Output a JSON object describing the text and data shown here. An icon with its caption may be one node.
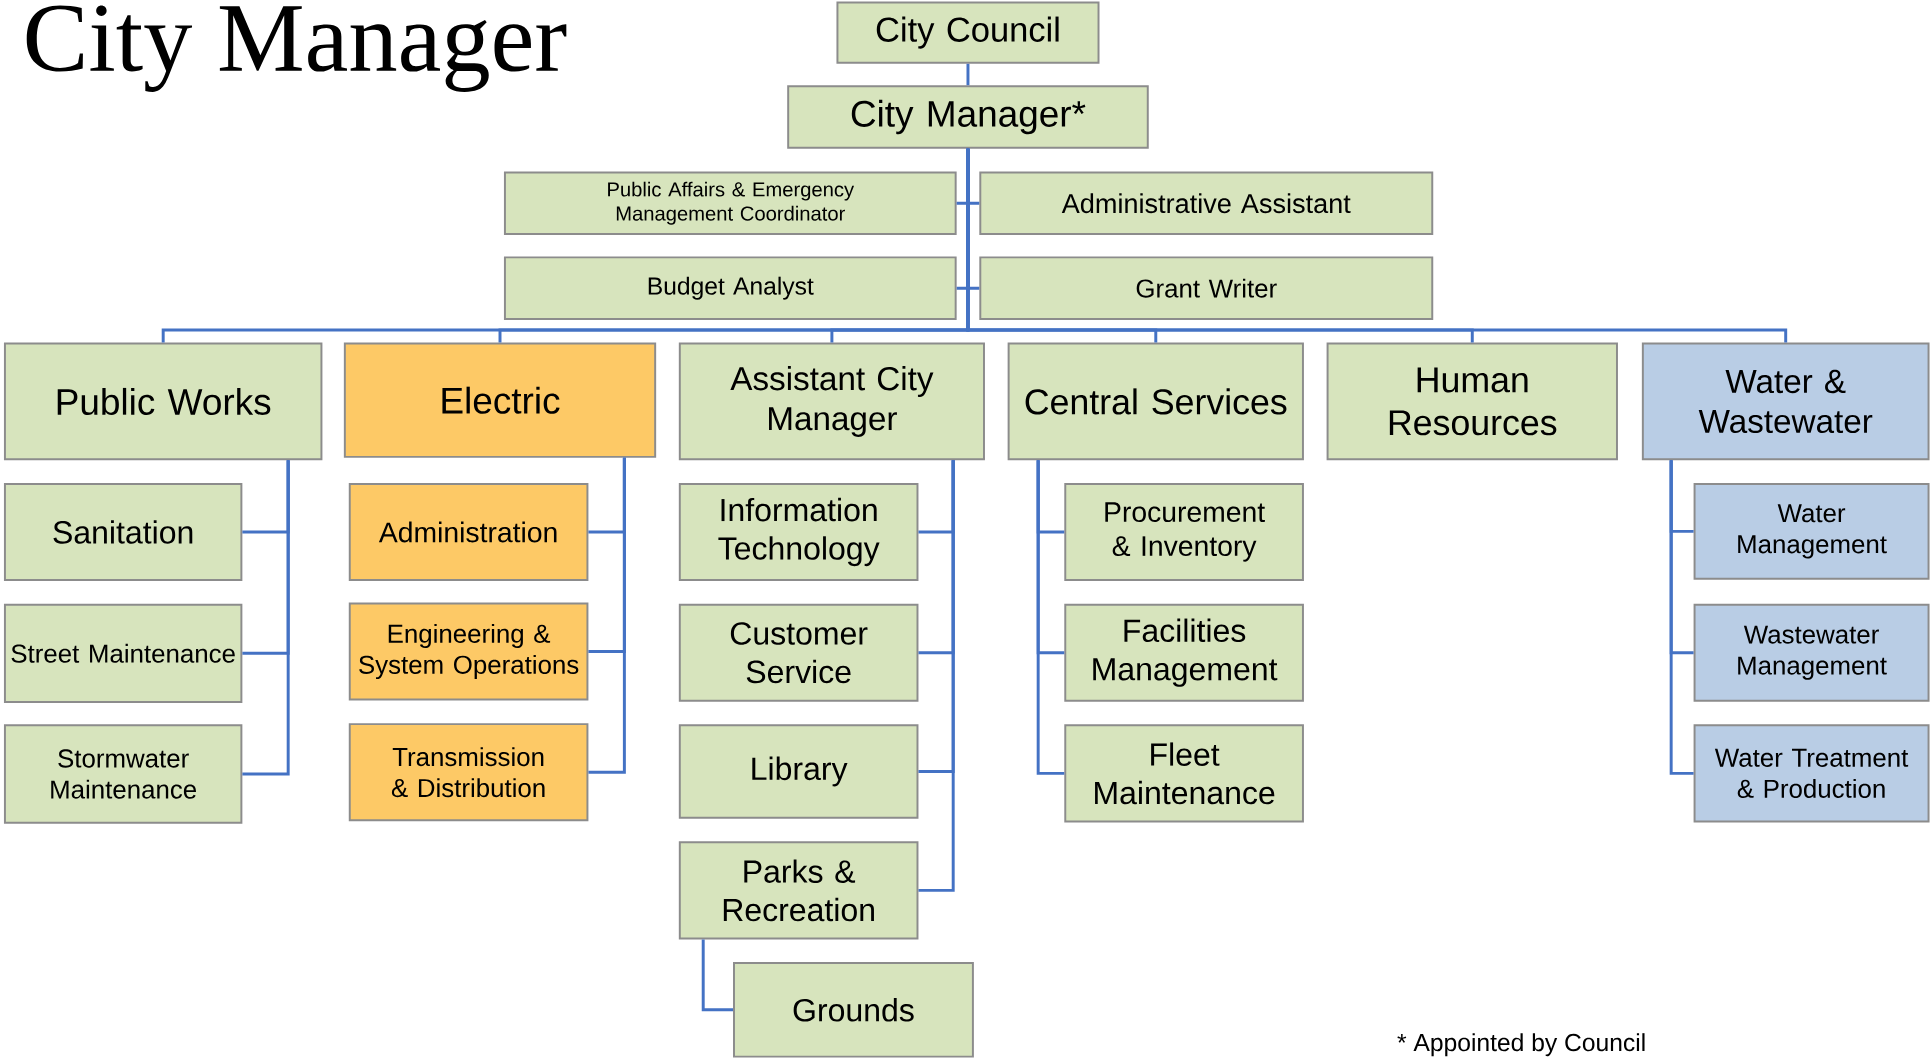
{
  "diagram": {
    "title": "City Manager",
    "nodes": [
      {
        "text": [
          "City Council"
        ]
      },
      {
        "text": [
          "City Manager*"
        ]
      },
      {
        "text": [
          "Public Affairs & Emergency Management Coordinator"
        ]
      },
      {
        "text": [
          "Administrative Assistant"
        ]
      },
      {
        "text": [
          "Budget Analyst"
        ]
      },
      {
        "text": [
          "Grant Writer"
        ]
      },
      {
        "text": [
          "Public Works"
        ]
      },
      {
        "text": [
          "Electric"
        ]
      },
      {
        "text": [
          "Assistant City Manager"
        ]
      },
      {
        "text": [
          "Central Services"
        ]
      },
      {
        "text": [
          "Human Resources"
        ]
      },
      {
        "text": [
          "Water & Wastewater"
        ]
      },
      {
        "text": [
          "Sanitation"
        ]
      },
      {
        "text": [
          "Street Maintenance"
        ]
      },
      {
        "text": [
          "Stormwater Maintenance"
        ]
      },
      {
        "text": [
          "Administration"
        ]
      },
      {
        "text": [
          "Engineering & System Operations"
        ]
      },
      {
        "text": [
          "Transmission & Distribution"
        ]
      },
      {
        "text": [
          "Information Technology"
        ]
      },
      {
        "text": [
          "Customer Service"
        ]
      },
      {
        "text": [
          "Library"
        ]
      },
      {
        "text": [
          "Parks & Recreation"
        ]
      },
      {
        "text": [
          "Grounds"
        ]
      },
      {
        "text": [
          "Procurement & Inventory"
        ]
      },
      {
        "text": [
          "Facilities Management"
        ]
      },
      {
        "text": [
          "Fleet Maintenance"
        ]
      },
      {
        "text": [
          "Water Management"
        ]
      },
      {
        "text": [
          "Wastewater Management"
        ]
      },
      {
        "text": [
          "Water Treatment & Production"
        ]
      }
    ],
    "edges": [
      {
        "from": 0,
        "to": 1,
        "arrow": "none"
      },
      {
        "from": 1,
        "to": 2,
        "arrow": "none"
      },
      {
        "from": 1,
        "to": 3,
        "arrow": "none"
      },
      {
        "from": 1,
        "to": 4,
        "arrow": "none"
      },
      {
        "from": 1,
        "to": 5,
        "arrow": "none"
      },
      {
        "from": 1,
        "to": 6,
        "arrow": "none"
      },
      {
        "from": 1,
        "to": 7,
        "arrow": "none"
      },
      {
        "from": 1,
        "to": 8,
        "arrow": "none"
      },
      {
        "from": 1,
        "to": 9,
        "arrow": "none"
      },
      {
        "from": 1,
        "to": 10,
        "arrow": "none"
      },
      {
        "from": 1,
        "to": 11,
        "arrow": "none"
      },
      {
        "from": 6,
        "to": 12,
        "arrow": "none"
      },
      {
        "from": 6,
        "to": 13,
        "arrow": "none"
      },
      {
        "from": 6,
        "to": 14,
        "arrow": "none"
      },
      {
        "from": 7,
        "to": 15,
        "arrow": "none"
      },
      {
        "from": 7,
        "to": 16,
        "arrow": "none"
      },
      {
        "from": 7,
        "to": 17,
        "arrow": "none"
      },
      {
        "from": 8,
        "to": 18,
        "arrow": "none"
      },
      {
        "from": 8,
        "to": 19,
        "arrow": "none"
      },
      {
        "from": 8,
        "to": 20,
        "arrow": "none"
      },
      {
        "from": 8,
        "to": 21,
        "arrow": "none"
      },
      {
        "from": 21,
        "to": 22,
        "arrow": "none"
      },
      {
        "from": 9,
        "to": 23,
        "arrow": "none"
      },
      {
        "from": 9,
        "to": 24,
        "arrow": "none"
      },
      {
        "from": 9,
        "to": 25,
        "arrow": "none"
      },
      {
        "from": 11,
        "to": 26,
        "arrow": "none"
      },
      {
        "from": 11,
        "to": 27,
        "arrow": "none"
      },
      {
        "from": 11,
        "to": 28,
        "arrow": "none"
      }
    ],
    "labels": [
      "* Appointed by Council"
    ]
  }
}
